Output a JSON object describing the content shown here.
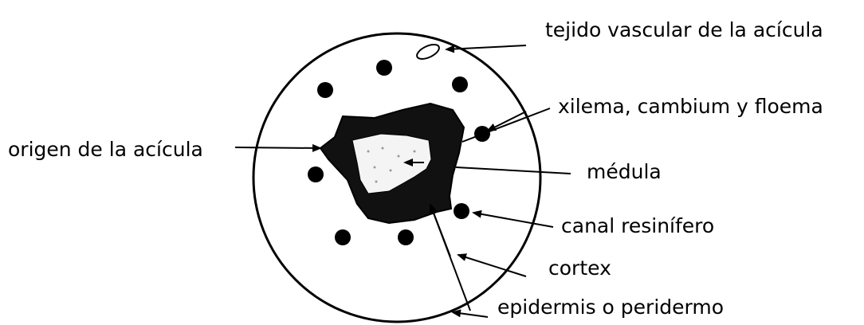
{
  "labels": {
    "vascular": "tejido vascular de la acícula",
    "xylem": "xilema, cambium y floema",
    "origin": "origen de la acícula",
    "medulla": "médula",
    "resin_canal": "canal resinífero",
    "cortex": "cortex",
    "epidermis": "epidermis o peridermo"
  },
  "colors": {
    "ink": "#000000",
    "background": "#ffffff",
    "medulla_fill": "#f4f4f4"
  }
}
